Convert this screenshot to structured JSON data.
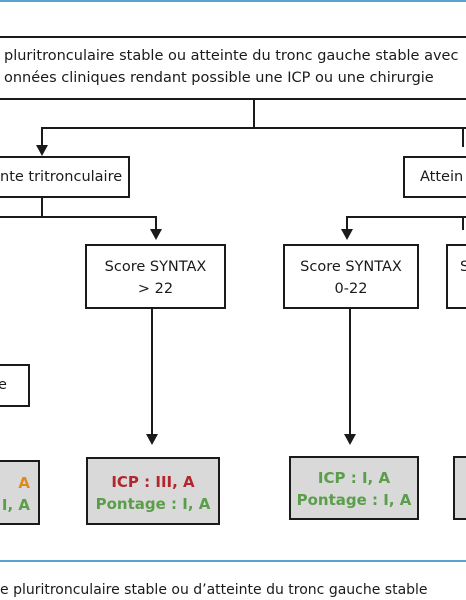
{
  "top_box": {
    "line1": "pluritronculaire stable ou atteinte du tronc gauche stable avec",
    "line2": "onnées cliniques rendant possible une ICP ou une chirurgie"
  },
  "left_branch": {
    "label": "nte tritronculaire"
  },
  "right_branch": {
    "label": "Attein"
  },
  "syntax_high": {
    "line1": "Score SYNTAX",
    "line2": "> 22"
  },
  "syntax_low": {
    "line1": "Score SYNTAX",
    "line2": "0-22"
  },
  "syntax_clipped": {
    "line1": "S"
  },
  "left_small_box": {
    "label": "e"
  },
  "result_clipped": {
    "line1": "A",
    "line2": "I, A"
  },
  "result_high": {
    "line1": "ICP : III, A",
    "line2": "Pontage : I, A"
  },
  "result_low": {
    "line1": "ICP : I, A",
    "line2": "Pontage : I, A"
  },
  "caption": {
    "text": "e pluritronculaire stable ou d’atteinte du tronc gauche stable"
  },
  "colors": {
    "accent_rule": "#5aa0d0",
    "recommend_red": "#b0282d",
    "recommend_green": "#5a9e4a",
    "recommend_orange": "#e08a1e",
    "result_fill": "#d9d9d9"
  }
}
